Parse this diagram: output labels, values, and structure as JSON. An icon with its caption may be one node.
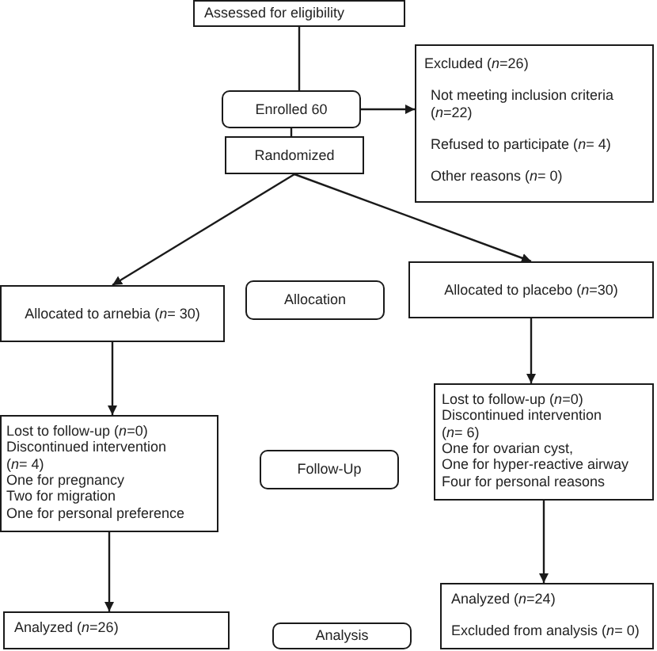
{
  "diagram": {
    "nodes": [
      {
        "text": [
          "Assessed for eligibility"
        ]
      },
      {
        "text": [
          "Enrolled 60"
        ]
      },
      {
        "text": [
          "Excluded (*n*=26)",
          "Not meeting inclusion criteria (*n*=22)",
          "Refused to participate (*n*= 4)",
          "Other reasons (*n*= 0)"
        ]
      },
      {
        "text": [
          "Randomized"
        ]
      },
      {
        "text": [
          "Allocated to arnebia (*n*= 30)"
        ]
      },
      {
        "text": [
          "Allocation"
        ]
      },
      {
        "text": [
          "Allocated to placebo (*n*=30)"
        ]
      },
      {
        "text": [
          "Lost to follow-up (*n*=0)",
          "Discontinued intervention (*n*= 4)",
          "One for pregnancy",
          "Two for migration",
          "One for personal preference"
        ]
      },
      {
        "text": [
          "Follow-Up"
        ]
      },
      {
        "text": [
          "Lost to follow-up (*n*=0)",
          "Discontinued intervention (*n*= 6)",
          "One for ovarian cyst,",
          "One for hyper-reactive airway",
          "Four for personal reasons"
        ]
      },
      {
        "text": [
          "Analyzed (*n*=26)"
        ]
      },
      {
        "text": [
          "Analysis"
        ]
      },
      {
        "text": [
          "Analyzed (*n*=24)",
          "Excluded from analysis (*n*= 0)"
        ]
      }
    ],
    "edges": [
      {
        "from": 0,
        "to": 1,
        "arrow": "none"
      },
      {
        "from": 1,
        "to": 2,
        "arrow": "to"
      },
      {
        "from": 1,
        "to": 3,
        "arrow": "none"
      },
      {
        "from": 3,
        "to": 4,
        "arrow": "to"
      },
      {
        "from": 3,
        "to": 6,
        "arrow": "to"
      },
      {
        "from": 4,
        "to": 7,
        "arrow": "to"
      },
      {
        "from": 6,
        "to": 9,
        "arrow": "to"
      },
      {
        "from": 7,
        "to": 10,
        "arrow": "to"
      },
      {
        "from": 9,
        "to": 12,
        "arrow": "to"
      }
    ]
  }
}
